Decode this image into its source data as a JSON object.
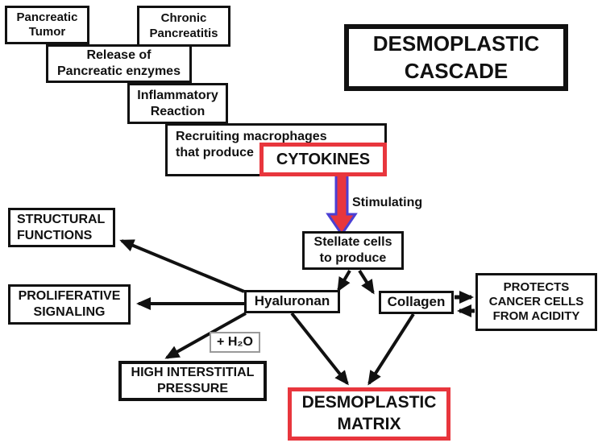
{
  "diagram": {
    "title_box": "DESMOPLASTIC\nCASCADE",
    "nodes": {
      "pancreatic_tumor": "Pancreatic\nTumor",
      "chronic_pancreatitis": "Chronic\nPancreatitis",
      "release_enzymes": "Release of\nPancreatic enzymes",
      "inflammatory_reaction": "Inflammatory\nReaction",
      "recruiting_macrophages": "Recruiting macrophages\nthat produce",
      "cytokines": "CYTOKINES",
      "stellate_cells": "Stellate cells\nto produce",
      "structural_functions": "STRUCTURAL\nFUNCTIONS",
      "proliferative_signaling": "PROLIFERATIVE\nSIGNALING",
      "hyaluronan": "Hyaluronan",
      "collagen": "Collagen",
      "protects_cancer": "PROTECTS\nCANCER CELLS\nFROM ACIDITY",
      "h2o": "+ H₂O",
      "high_interstitial_pressure": "HIGH INTERSTITIAL\nPRESSURE",
      "desmoplastic_matrix": "DESMOPLASTIC\nMATRIX"
    },
    "arrow_label": "Stimulating",
    "colors": {
      "accent_red": "#e8363d",
      "arrow_outline_blue": "#4b3fd3",
      "line_black": "#111111",
      "h2o_border_gray": "#999999"
    }
  }
}
